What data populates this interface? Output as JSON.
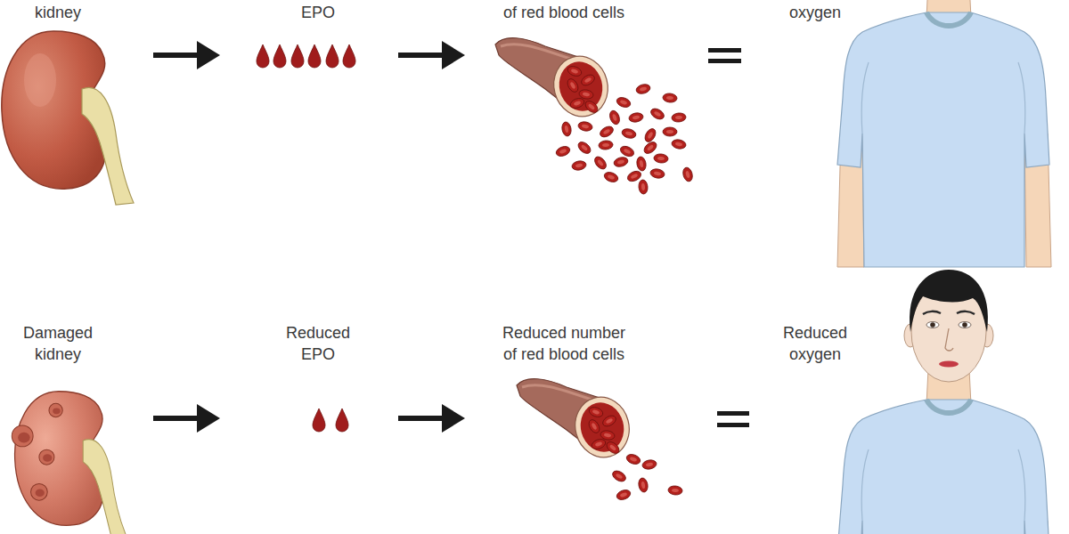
{
  "diagram": {
    "nodes": [
      {
        "text": [
          "kidney"
        ]
      },
      {
        "text": [
          "EPO"
        ]
      },
      {
        "text": [
          "of red blood cells"
        ]
      },
      {
        "text": [
          "oxygen"
        ]
      },
      {
        "text": [
          "Damaged kidney"
        ]
      },
      {
        "text": [
          "Reduced EPO"
        ]
      },
      {
        "text": [
          "Reduced number of red blood cells"
        ]
      },
      {
        "text": [
          "Reduced oxygen"
        ]
      }
    ],
    "edges": [
      {
        "from": 0,
        "to": 1,
        "arrow": "to"
      },
      {
        "from": 1,
        "to": 2,
        "arrow": "to"
      },
      {
        "from": 4,
        "to": 5,
        "arrow": "to"
      },
      {
        "from": 5,
        "to": 6,
        "arrow": "to"
      }
    ]
  }
}
